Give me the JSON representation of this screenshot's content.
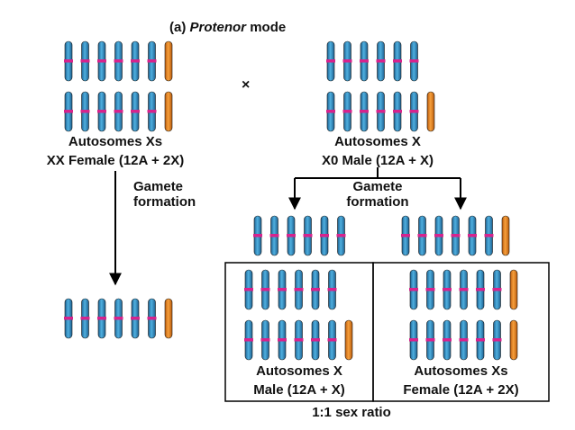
{
  "title": {
    "prefix": "(a)",
    "italic": "Protenor",
    "suffix": "mode"
  },
  "cross_symbol": "×",
  "female_parent": {
    "line1": "Autosomes Xs",
    "line2": "XX Female (12A + 2X)"
  },
  "male_parent": {
    "line1": "Autosomes  X",
    "line2": "X0 Male (12A + X)"
  },
  "gamete_left": {
    "line1": "Gamete",
    "line2": "formation"
  },
  "gamete_right": {
    "line1": "Gamete",
    "line2": "formation"
  },
  "offspring_male": {
    "line1": "Autosomes  X",
    "line2": "Male (12A + X)"
  },
  "offspring_female": {
    "line1": "Autosomes Xs",
    "line2": "Female (12A + 2X)"
  },
  "ratio": "1:1 sex ratio",
  "colors": {
    "autosome": "#2f8fc4",
    "x_chromosome": "#e87e1c",
    "centromere": "#d6238c",
    "outline": "#1a1a1a"
  }
}
